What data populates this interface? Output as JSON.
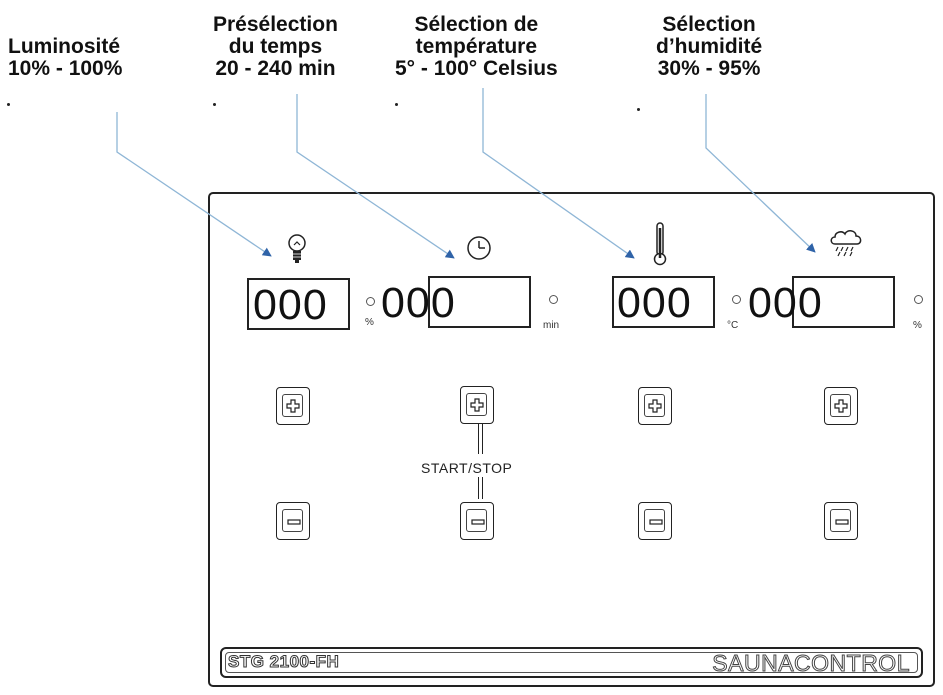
{
  "callouts": [
    {
      "lines": [
        "Luminosité",
        "10% - 100%"
      ]
    },
    {
      "lines": [
        "Présélection",
        "du temps",
        "20 - 240 min"
      ]
    },
    {
      "lines": [
        "Sélection de",
        "température",
        "5° - 100° Celsius"
      ]
    },
    {
      "lines": [
        "Sélection",
        "d’humidité",
        "30% - 95%"
      ]
    }
  ],
  "channels": [
    {
      "icon": "light-bulb-icon",
      "display": "000",
      "unit": "%"
    },
    {
      "icon": "clock-icon",
      "display": "000",
      "unit": "min"
    },
    {
      "icon": "thermometer-icon",
      "display": "000",
      "unit": "°C"
    },
    {
      "icon": "rain-cloud-icon",
      "display": "000",
      "unit": "%"
    }
  ],
  "buttons": {
    "plus_icon": "plus-icon",
    "minus_icon": "minus-icon"
  },
  "start_stop_label": "START/STOP",
  "footer": {
    "model": "STG 2100-FH",
    "brand": "SAUNACONTROL"
  },
  "colors": {
    "leader_line": "#8fb6d6",
    "arrow_head": "#2f63a8",
    "outline": "#222222"
  }
}
